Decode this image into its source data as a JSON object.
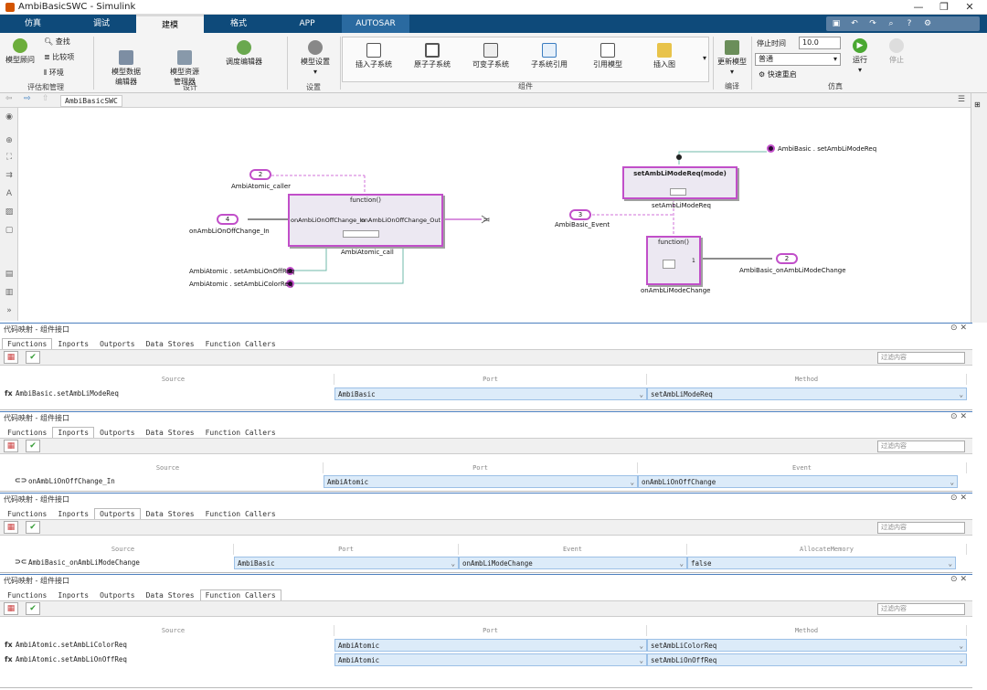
{
  "window": {
    "title": "AmbiBasicSWC - Simulink"
  },
  "tabs": [
    "仿真",
    "调试",
    "建模",
    "格式",
    "APP",
    "AUTOSAR"
  ],
  "ribbon": {
    "model_advisor": "模型顾问",
    "find": "查找",
    "compare": "比较项",
    "environment": "环境",
    "g1": "评估和管理",
    "data_editor": "模型数据\n编辑器",
    "resource_mgr": "模型资源\n管理器",
    "schedule_editor": "调度编辑器",
    "g2": "设计",
    "model_settings": "模型设置",
    "g3": "设置",
    "components": [
      "插入子系统",
      "原子子系统",
      "可变子系统",
      "子系统引用",
      "引用模型",
      "插入图"
    ],
    "g4": "组件",
    "update_model": "更新模型",
    "g5": "编译",
    "stop_time_label": "停止时间",
    "stop_time": "10.0",
    "mode": "普通",
    "fast_restart": "快速重启",
    "run": "运行",
    "stop": "停止",
    "g6": "仿真"
  },
  "breadcrumb": "AmbiBasicSWC",
  "canvas": {
    "port2_num": "2",
    "port2_name": "AmbiAtomic_caller",
    "port4_num": "4",
    "port4_name": "onAmbLiOnOffChange_In",
    "atomic_fn": "function()",
    "atomic_in": "onAmbLiOnOffChange_In",
    "atomic_out": "onAmbLiOnOffChange_Out",
    "atomic_name": "AmbiAtomic_call",
    "sl_onoff": "AmbiAtomic . setAmbLiOnOffReq",
    "sl_color": "AmbiAtomic . setAmbLiColorReq",
    "sl_mode": "AmbiBasic . setAmbLiModeReq",
    "req_title": "setAmbLiModeReq(mode)",
    "req_name": "setAmbLiModeReq",
    "port3_num": "3",
    "port3_name": "AmbiBasic_Event",
    "change_fn": "function()",
    "change_name": "onAmbLiModeChange",
    "change_sig": "1",
    "out2_num": "2",
    "out2_name": "AmbiBasic_onAmbLiModeChange"
  },
  "panels": [
    {
      "title": "代码映射 - 组件接口",
      "active": "Functions",
      "filter": "过滤内容",
      "cols": [
        "Source",
        "Port",
        "Method"
      ],
      "rows": [
        [
          "AmbiBasic.setAmbLiModeReq",
          "AmbiBasic",
          "setAmbLiModeReq"
        ]
      ]
    },
    {
      "title": "代码映射 - 组件接口",
      "active": "Inports",
      "filter": "过滤内容",
      "cols": [
        "Source",
        "Port",
        "Event"
      ],
      "rows": [
        [
          "onAmbLiOnOffChange_In",
          "AmbiAtomic",
          "onAmbLiOnOffChange"
        ]
      ]
    },
    {
      "title": "代码映射 - 组件接口",
      "active": "Outports",
      "filter": "过滤内容",
      "cols": [
        "Source",
        "Port",
        "Event",
        "AllocateMemory"
      ],
      "rows": [
        [
          "AmbiBasic_onAmbLiModeChange",
          "AmbiBasic",
          "onAmbLiModeChange",
          "false"
        ]
      ]
    },
    {
      "title": "代码映射 - 组件接口",
      "active": "Function Callers",
      "filter": "过滤内容",
      "cols": [
        "Source",
        "Port",
        "Method"
      ],
      "rows": [
        [
          "AmbiAtomic.setAmbLiColorReq",
          "AmbiAtomic",
          "setAmbLiColorReq"
        ],
        [
          "AmbiAtomic.setAmbLiOnOffReq",
          "AmbiAtomic",
          "setAmbLiOnOffReq"
        ]
      ]
    }
  ],
  "subtabs": [
    "Functions",
    "Inports",
    "Outports",
    "Data Stores",
    "Function Callers"
  ]
}
